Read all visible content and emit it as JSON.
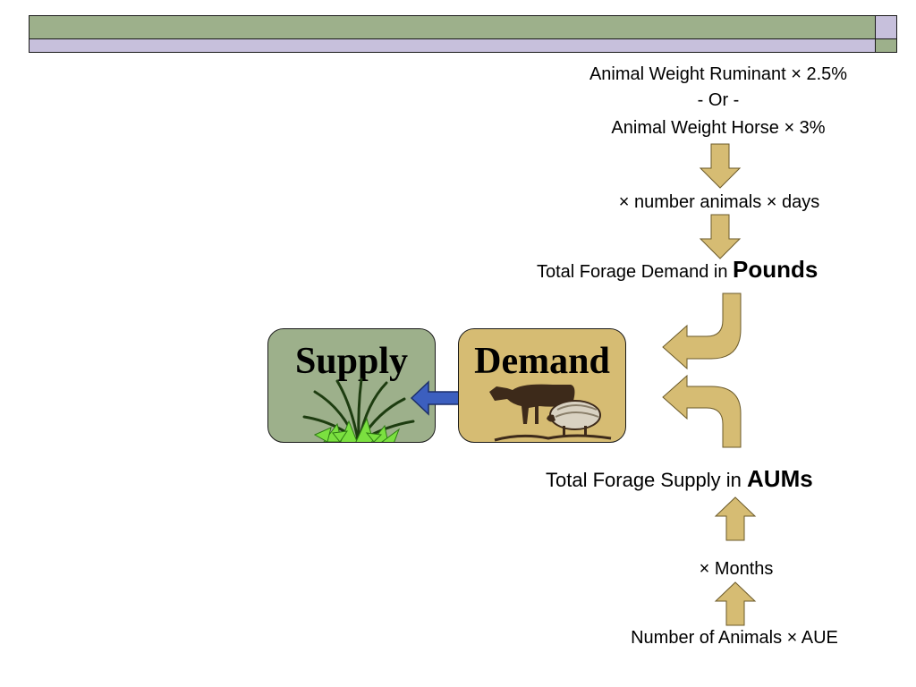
{
  "colors": {
    "band_green": "#9db08b",
    "band_lavender": "#c7c0dc",
    "arrow_tan": "#d6bc73",
    "supply_green": "#9db08b",
    "demand_tan": "#d6bc73",
    "double_arrow_blue": "#3c5fbf"
  },
  "demand_chain": {
    "line1": "Animal Weight Ruminant  ×  2.5%",
    "line2": "- Or -",
    "line3": "Animal Weight Horse  ×  3%",
    "line4": "×  number animals  ×  days",
    "total_prefix": "Total Forage Demand in ",
    "total_unit": "Pounds"
  },
  "supply_chain": {
    "total_prefix": "Total Forage Supply in ",
    "total_unit": "AUMs",
    "months": "×  Months",
    "base": "Number of Animals  ×  AUE"
  },
  "supply_box": {
    "label": "Supply"
  },
  "demand_box": {
    "label": "Demand"
  },
  "icons": {
    "grass": "grass-clump-icon",
    "livestock": "cow-and-sheep-icon",
    "exchange": "double-headed-arrow-icon"
  }
}
